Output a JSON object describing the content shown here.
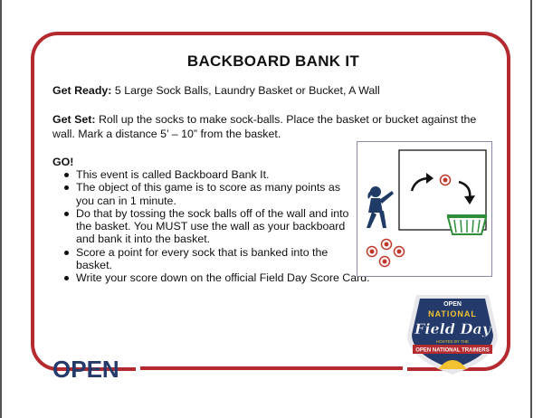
{
  "title": "BACKBOARD BANK IT",
  "get_ready": {
    "label": "Get Ready:",
    "text": " 5 Large Sock Balls, Laundry Basket or Bucket, A Wall"
  },
  "get_set": {
    "label": "Get Set:",
    "text": "  Roll up the socks to make sock-balls. Place the basket or bucket against the wall. Mark a distance 5’ – 10” from the basket."
  },
  "go": {
    "label": "GO!",
    "items": [
      "This event is called Backboard Bank It.",
      "The object of this game is to score as many points as you can in 1 minute.",
      "Do that by tossing the sock balls off of the wall and into the basket. You MUST use the wall as your backboard and bank it into the basket.",
      "Score a point for every sock that is banked into the basket.",
      "Write your score down on the official Field Day Score Card."
    ]
  },
  "badge": {
    "brand": "OPEN",
    "line1": "NATIONAL",
    "line2": "Field Day",
    "line3": "HOSTED BY THE",
    "line4": "OPEN NATIONAL TRAINERS"
  },
  "footer_logo": {
    "text": "OPEN"
  },
  "colors": {
    "frame_red": "#b52a2e",
    "badge_navy": "#243a6b",
    "badge_gold": "#f2c230",
    "basket_green": "#2f8f3a",
    "figure_navy": "#1f3b66"
  },
  "icons": [
    "kid-throwing-icon",
    "sock-ball-icon",
    "curved-arrow-icon",
    "laundry-basket-icon"
  ]
}
